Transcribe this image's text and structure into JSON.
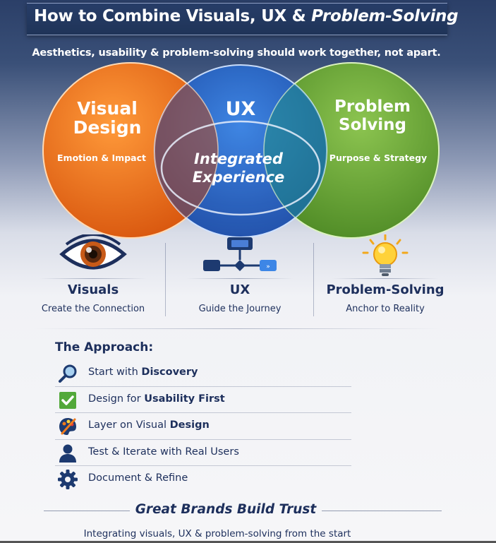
{
  "header": {
    "title_part1": "How to Combine Visuals, UX & ",
    "title_part2": "Problem-Solving",
    "subtitle": "Aesthetics, usability & problem-solving should work together, not apart."
  },
  "venn": {
    "left": {
      "line1": "Visual",
      "line2": "Design",
      "sub": "Emotion & Impact"
    },
    "center": {
      "label": "UX"
    },
    "right": {
      "line1": "Problem",
      "line2": "Solving",
      "sub": "Purpose & Strategy"
    },
    "overlap": {
      "line1": "Integrated",
      "line2": "Experience"
    },
    "colors": {
      "orange": "#f07a1c",
      "blue": "#2566c8",
      "green": "#6aa83a"
    }
  },
  "pillars": [
    {
      "title": "Visuals",
      "subtitle": "Create the Connection",
      "icon": "eye-icon"
    },
    {
      "title": "UX",
      "subtitle": "Guide the Journey",
      "icon": "flow-diagram-icon"
    },
    {
      "title": "Problem-Solving",
      "subtitle": "Anchor to Reality",
      "icon": "lightbulb-icon"
    }
  ],
  "approach": {
    "title": "The Approach:",
    "steps": [
      {
        "pre": "Start with ",
        "bold": "Discovery",
        "post": "",
        "icon": "magnifier-icon"
      },
      {
        "pre": "Design for ",
        "bold": "Usability First",
        "post": "",
        "icon": "checkbox-icon"
      },
      {
        "pre": "Layer on Visual ",
        "bold": "Design",
        "post": "",
        "icon": "palette-icon"
      },
      {
        "pre": "Test & Iterate with Real Users",
        "bold": "",
        "post": "",
        "icon": "user-icon"
      },
      {
        "pre": "Document & Refine",
        "bold": "",
        "post": "",
        "icon": "gear-icon"
      }
    ]
  },
  "footer": {
    "headline": "Great Brands Build Trust",
    "tagline": "Integrating visuals, UX & problem-solving from the start"
  }
}
